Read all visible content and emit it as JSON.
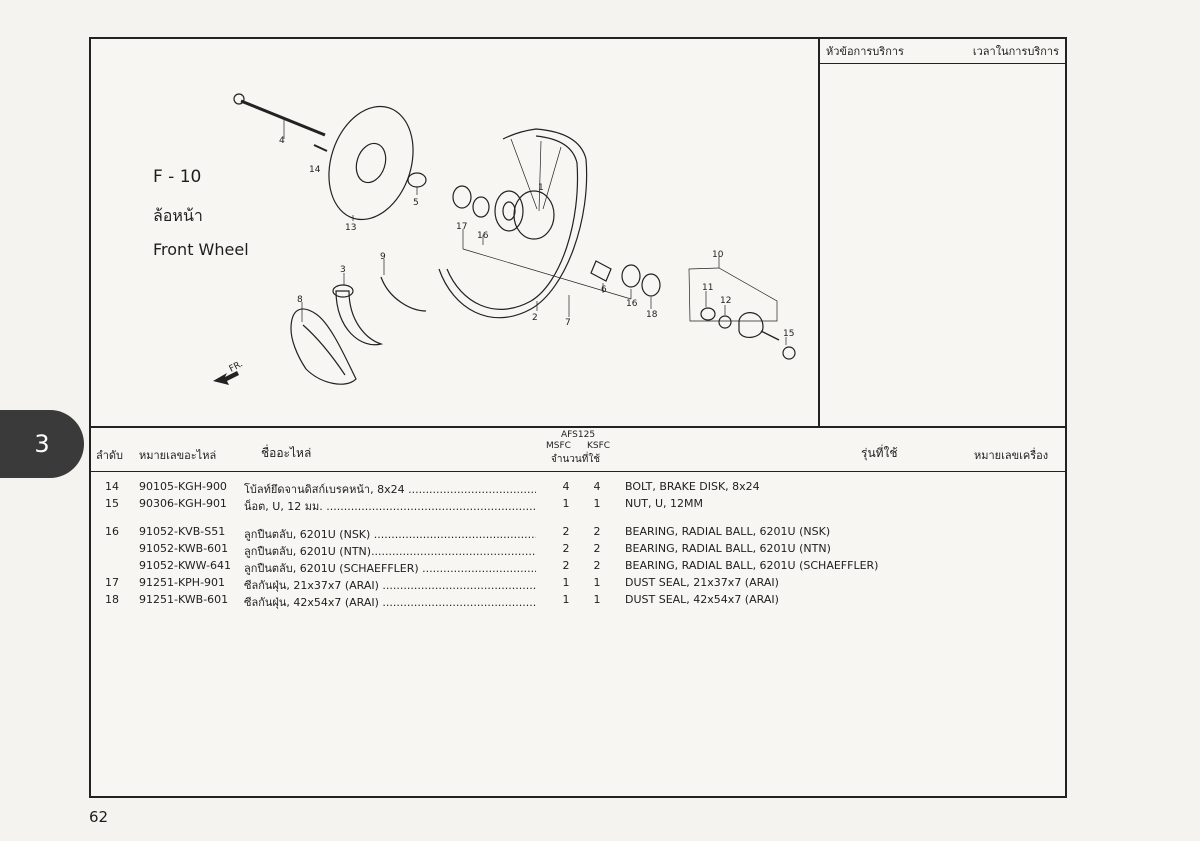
{
  "service_panel": {
    "col1": "หัวข้อการบริการ",
    "col2": "เวลาในการบริการ"
  },
  "figure": {
    "code": "F - 10",
    "title_th": "ล้อหน้า",
    "title_en": "Front Wheel",
    "direction": "FR."
  },
  "callouts": [
    "1",
    "2",
    "3",
    "4",
    "5",
    "6",
    "7",
    "8",
    "9",
    "10",
    "11",
    "12",
    "13",
    "14",
    "15",
    "16",
    "16",
    "17",
    "18"
  ],
  "table_header": {
    "seq": "ลำดับ",
    "part_no": "หมายเลขอะไหล่",
    "name": "ชื่ออะไหล่",
    "model": "AFS125",
    "msfc": "MSFC",
    "ksfc": "KSFC",
    "qty": "จำนวนที่ใช้",
    "models_used": "รุ่นที่ใช้",
    "engine_no": "หมายเลขเครื่อง"
  },
  "rows": [
    {
      "seq": "14",
      "part": "90105-KGH-900",
      "name_th": "โบ้ลท์ยึดจานดิสก์เบรคหน้า, 8x24 ........................................",
      "msfc": "4",
      "ksfc": "4",
      "name_en": "BOLT, BRAKE DISK, 8x24"
    },
    {
      "seq": "15",
      "part": "90306-KGH-901",
      "name_th": "น็อต, U, 12 มม. ..............................................................................",
      "msfc": "1",
      "ksfc": "1",
      "name_en": "NUT, U, 12MM"
    },
    {
      "seq": "16",
      "part": "91052-KVB-S51",
      "name_th": "ลูกปืนตลับ, 6201U (NSK) ......................................................",
      "msfc": "2",
      "ksfc": "2",
      "name_en": "BEARING, RADIAL BALL, 6201U (NSK)"
    },
    {
      "seq": "",
      "part": "91052-KWB-601",
      "name_th": "ลูกปืนตลับ, 6201U (NTN).......................................................",
      "msfc": "2",
      "ksfc": "2",
      "name_en": "BEARING, RADIAL BALL, 6201U (NTN)"
    },
    {
      "seq": "",
      "part": "91052-KWW-641",
      "name_th": "ลูกปืนตลับ, 6201U (SCHAEFFLER) ...................................",
      "msfc": "2",
      "ksfc": "2",
      "name_en": "BEARING, RADIAL BALL, 6201U (SCHAEFFLER)"
    },
    {
      "seq": "17",
      "part": "91251-KPH-901",
      "name_th": "ซีลกันฝุ่น, 21x37x7 (ARAI) ....................................................",
      "msfc": "1",
      "ksfc": "1",
      "name_en": "DUST SEAL, 21x37x7 (ARAI)"
    },
    {
      "seq": "18",
      "part": "91251-KWB-601",
      "name_th": "ซีลกันฝุ่น, 42x54x7 (ARAI) ....................................................",
      "msfc": "1",
      "ksfc": "1",
      "name_en": "DUST SEAL, 42x54x7 (ARAI)"
    }
  ],
  "section_tab": "3",
  "page_number": "62"
}
